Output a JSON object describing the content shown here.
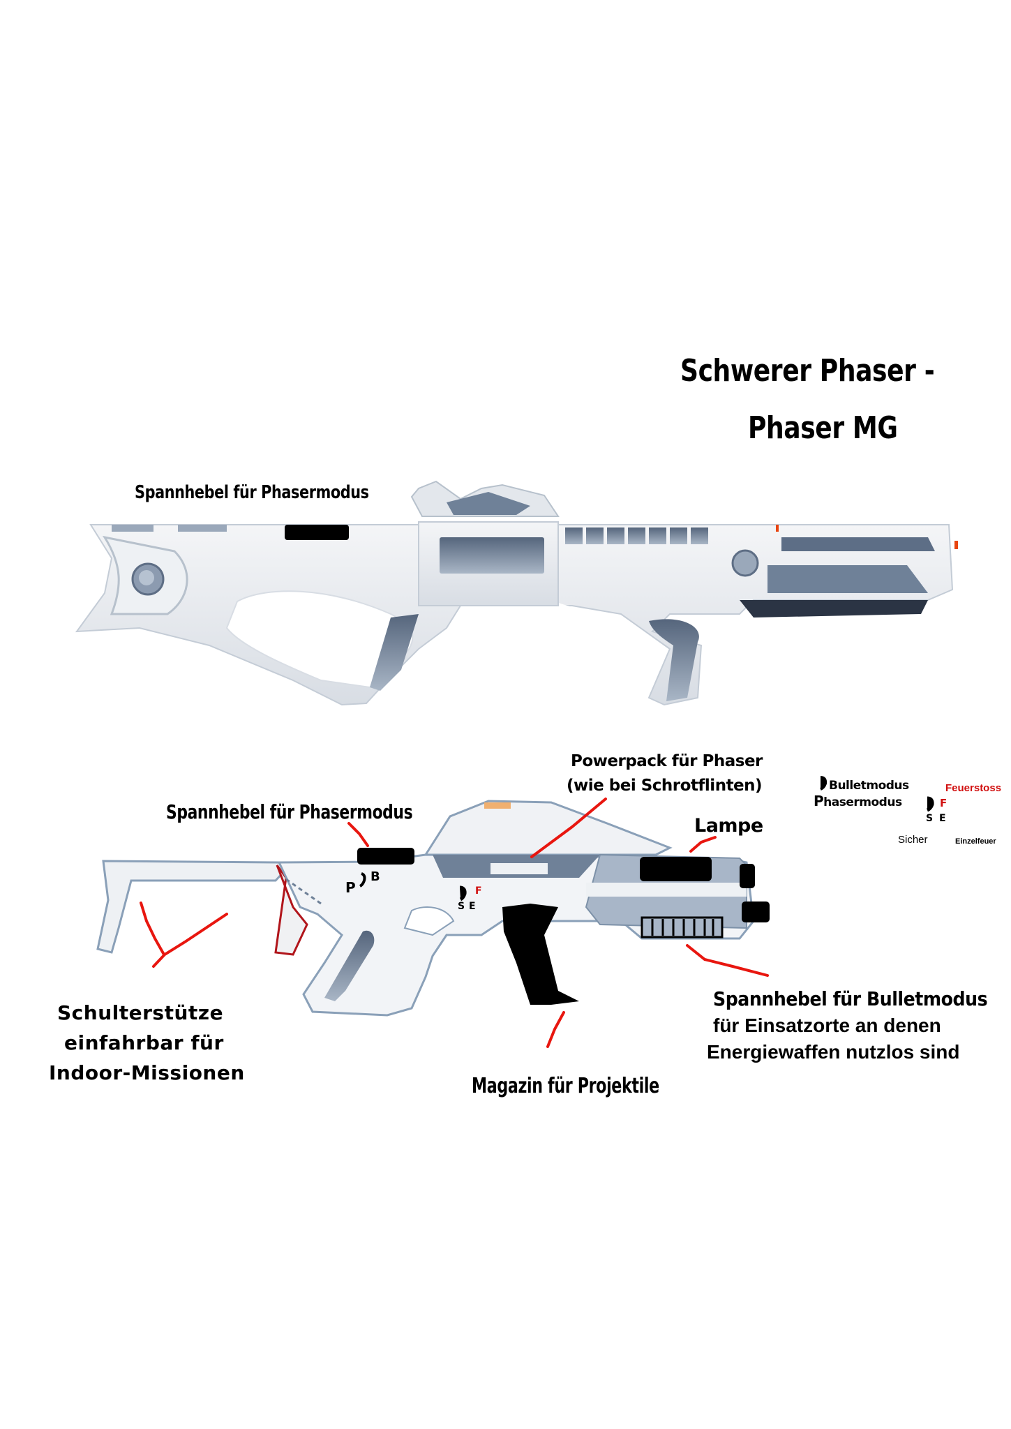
{
  "title": {
    "line1": "Schwerer Phaser -",
    "line2": "Phaser MG"
  },
  "top_weapon": {
    "cocking_lever_label": "Spannhebel für Phasermodus"
  },
  "bottom_weapon": {
    "cocking_lever_label": "Spannhebel für Phasermodus",
    "powerpack_label": {
      "line1": "Powerpack für Phaser",
      "line2": "(wie bei Schrotflinten)"
    },
    "lamp_label": "Lampe",
    "stock_label": {
      "line1": "Schulterstütze",
      "line2": "einfahrbar für",
      "line3": "Indoor-Missionen"
    },
    "bullet_lever_label": {
      "line1": "Spannhebel für Bulletmodus",
      "line2": "für Einsatzorte an denen",
      "line3": "Energiewaffen nutzlos sind"
    },
    "magazine_label": "Magazin für Projektile",
    "mode_selector": {
      "p": "P",
      "b": "B"
    },
    "fire_selector": {
      "s": "S",
      "e": "E",
      "f": "F"
    }
  },
  "legend": {
    "bullet_mode": "Bulletmodus",
    "phaser_mode_initial": "P",
    "phaser_mode": "hasermodus",
    "burst": "Feuerstoss",
    "burst_letter": "F",
    "safe_letter": "S",
    "single_letter": "E",
    "safe": "Sicher",
    "single": "Einzelfeuer"
  },
  "colors": {
    "annotation_red": "#e8160f",
    "body_light": "#e9ecf0",
    "body_shade": "#6c7f98",
    "outline": "#8aa0b8",
    "marker_black": "#000000",
    "amber": "#f0b070"
  }
}
